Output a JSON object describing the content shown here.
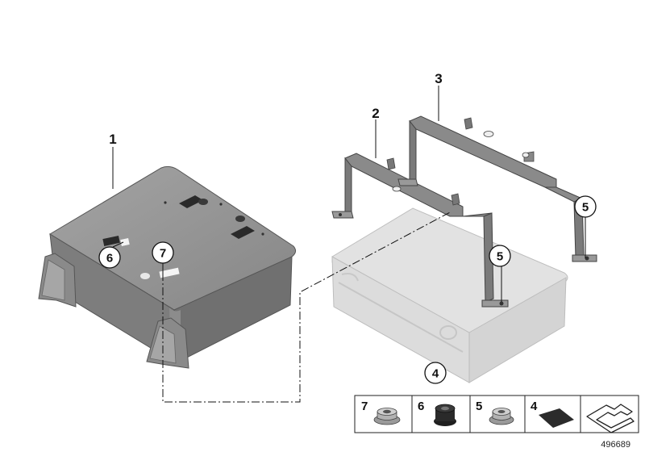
{
  "diagram_id": "496689",
  "callouts": [
    {
      "label": "1",
      "circled": false
    },
    {
      "label": "2",
      "circled": false
    },
    {
      "label": "3",
      "circled": false
    },
    {
      "label": "4",
      "circled": true
    },
    {
      "label": "5",
      "circled": true
    },
    {
      "label": "5",
      "circled": true
    },
    {
      "label": "6",
      "circled": true
    },
    {
      "label": "7",
      "circled": true
    }
  ],
  "legend": [
    {
      "label": "7",
      "icon": "collar-nut-icon"
    },
    {
      "label": "6",
      "icon": "grommet-icon"
    },
    {
      "label": "5",
      "icon": "collar-nut-icon"
    },
    {
      "label": "4",
      "icon": "pad-icon"
    },
    {
      "label": "",
      "icon": "bracket-profile-icon"
    }
  ],
  "colors": {
    "housing": "#8e8e8e",
    "battery_ghost": "#dcdcdc",
    "bracket": "#8a8a8a",
    "line": "#111111"
  }
}
